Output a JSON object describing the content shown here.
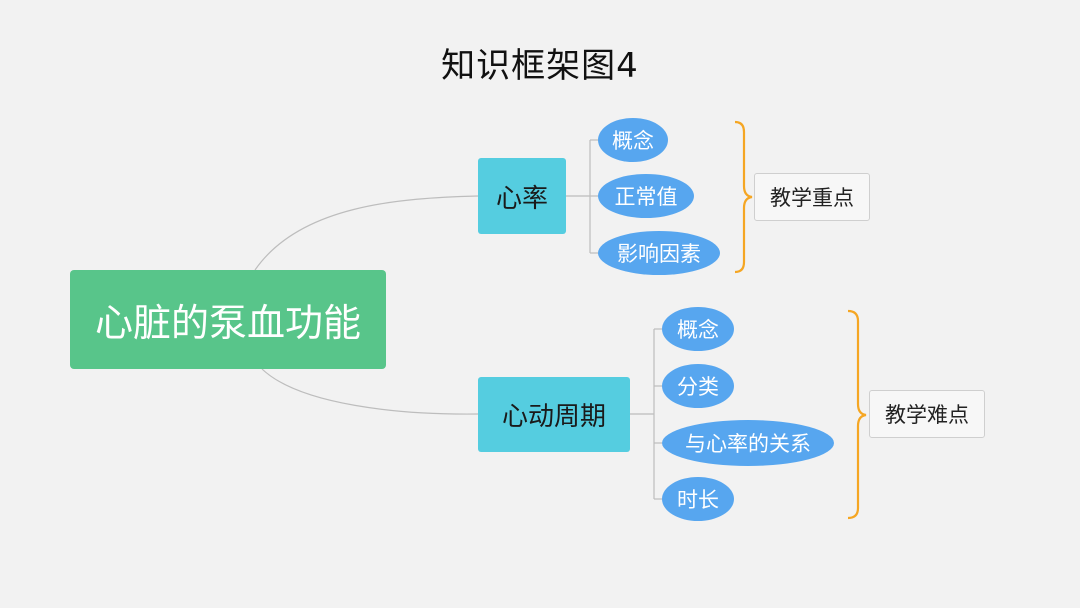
{
  "title": "知识框架图4",
  "root": {
    "label": "心脏的泵血功能"
  },
  "branches": [
    {
      "label": "心率",
      "children": [
        "概念",
        "正常值",
        "影响因素"
      ],
      "tag": "教学重点"
    },
    {
      "label": "心动周期",
      "children": [
        "概念",
        "分类",
        "与心率的关系",
        "时长"
      ],
      "tag": "教学难点"
    }
  ],
  "colors": {
    "root": "#58c58a",
    "branch": "#55cde0",
    "leaf": "#57a6ef",
    "bracket": "#f5a623",
    "connector": "#bdbdbd"
  }
}
